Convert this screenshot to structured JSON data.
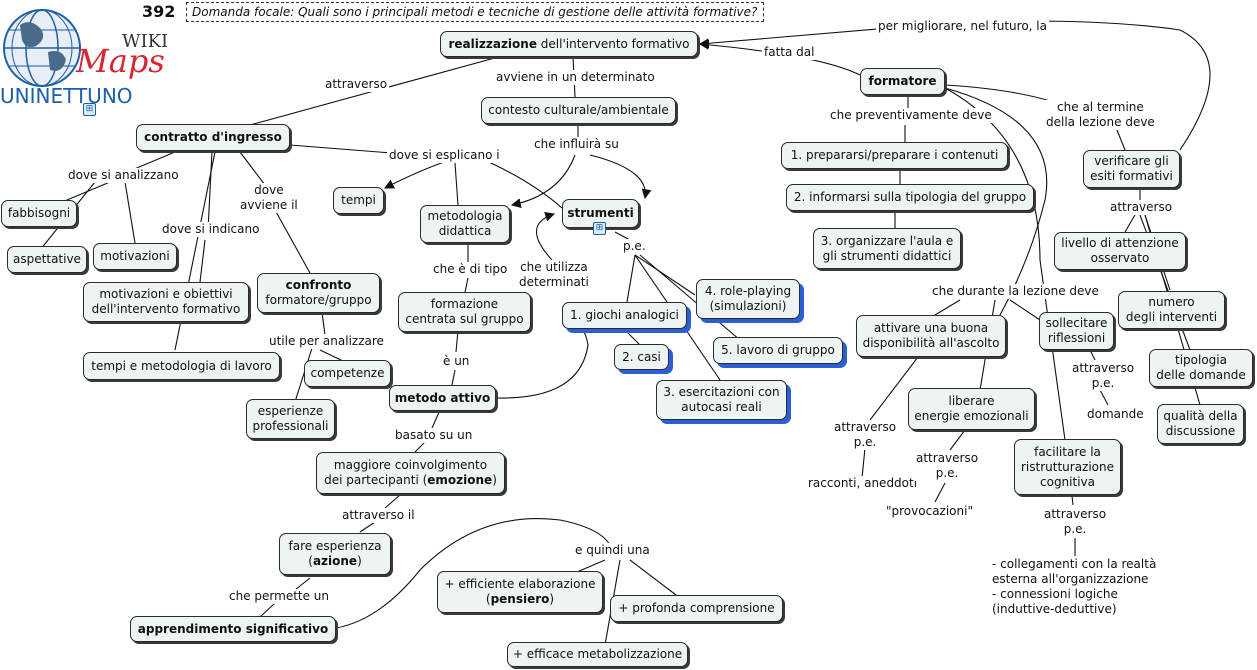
{
  "header": {
    "number": "392",
    "focal_question": "Domanda focale: Quali sono i principali metodi e tecniche di gestione delle attività formative?"
  },
  "logo": {
    "wiki": "WIKI",
    "maps": "Maps",
    "brand": "UNINETTUNO"
  },
  "nodes": {
    "realizzazione": {
      "bold": "realizzazione",
      "rest": " dell'intervento formativo"
    },
    "contesto": "contesto culturale/ambientale",
    "contratto": "contratto d'ingresso",
    "fabbisogni": "fabbisogni",
    "aspettative": "aspettative",
    "motivazioni": "motivazioni",
    "motivazioni_obiettivi": "motivazioni e obiettivi\ndell'intervento formativo",
    "tempi_metodologia": "tempi e metodologia di lavoro",
    "confronto": {
      "bold": "confronto",
      "rest": "\nformatore/gruppo"
    },
    "competenze": "competenze",
    "esperienze": "esperienze\nprofessionali",
    "tempi": "tempi",
    "metodologia": "metodologia\ndidattica",
    "formazione_centrata": "formazione\ncentrata sul gruppo",
    "metodo_attivo": "metodo attivo",
    "strumenti": "strumenti",
    "giochi": "1. giochi analogici",
    "casi": "2. casi",
    "esercitazioni": "3. esercitazioni con\nautocasi reali",
    "role_playing": "4. role-playing\n(simulazioni)",
    "lavoro_gruppo": "5. lavoro di gruppo",
    "coinvolgimento": {
      "pre": "maggiore coinvolgimento\ndei partecipanti (",
      "bold": "emozione",
      "post": ")"
    },
    "fare_esperienza": {
      "pre": "fare esperienza\n(",
      "bold": "azione",
      "post": ")"
    },
    "apprendimento": "apprendimento significativo",
    "efficiente": {
      "pre": "+ efficiente elaborazione\n(",
      "bold": "pensiero",
      "post": ")"
    },
    "profonda": "+ profonda comprensione",
    "efficace": "+ efficace metabolizzazione",
    "formatore": "formatore",
    "prepararsi": "1. prepararsi/preparare i contenuti",
    "informarsi": "2. informarsi sulla tipologia del gruppo",
    "organizzare": "3. organizzare l'aula e\ngli strumenti didattici",
    "verificare": "verificare gli\nesiti formativi",
    "livello": "livello di attenzione\nosservato",
    "numero": "numero\ndegli interventi",
    "tipologia": "tipologia\ndelle domande",
    "qualita": "qualità della\ndiscussione",
    "attivare": "attivare una buona\ndisponibilità all'ascolto",
    "sollecitare": "sollecitare\nriflessioni",
    "liberare": "liberare\nenergie emozionali",
    "facilitare": "facilitare la\nristrutturazione\ncognitiva"
  },
  "link_labels": {
    "attraverso_1": "attraverso",
    "avviene": "avviene in un determinato",
    "fatta_dal": "fatta dal",
    "per_migliorare": "per migliorare, nel futuro, la",
    "che_influira": "che influirà su",
    "dove_si_esplicano": "dove si esplicano i",
    "dove_si_analizzano": "dove si analizzano",
    "dove_si_indicano": "dove si indicano",
    "dove_avviene": "dove\navviene il",
    "utile_per": "utile per analizzare",
    "che_e_di_tipo": "che è di tipo",
    "e_un": "è un",
    "che_utilizza": "che utilizza\ndeterminati",
    "pe_strumenti": "p.e.",
    "basato_su": "basato su un",
    "attraverso_il": "attraverso il",
    "che_permette": "che permette un",
    "e_quindi": "e quindi una",
    "che_prevent": "che preventivamente deve",
    "che_al_termine": "che al termine\ndella lezione deve",
    "attraverso_verifica": "attraverso",
    "che_durante": "che durante la lezione deve",
    "attraverso_pe_1": "attraverso\np.e.",
    "racconti": "racconti, aneddoti",
    "attraverso_pe_2": "attraverso\np.e.",
    "provocazioni": "\"provocazioni\"",
    "attraverso_pe_3": "attraverso\np.e.",
    "domande": "domande",
    "attraverso_pe_4": "attraverso\np.e.",
    "collegamenti": "- collegamenti con la realtà\nesterna all'organizzazione\n- connessioni logiche\n(induttive-deduttive)"
  },
  "colors": {
    "node_fill": "#eef3f3",
    "shadow_blue": "#2a5fd6",
    "globe_blue": "#1d5fa8",
    "maps_red": "#d7262f"
  }
}
